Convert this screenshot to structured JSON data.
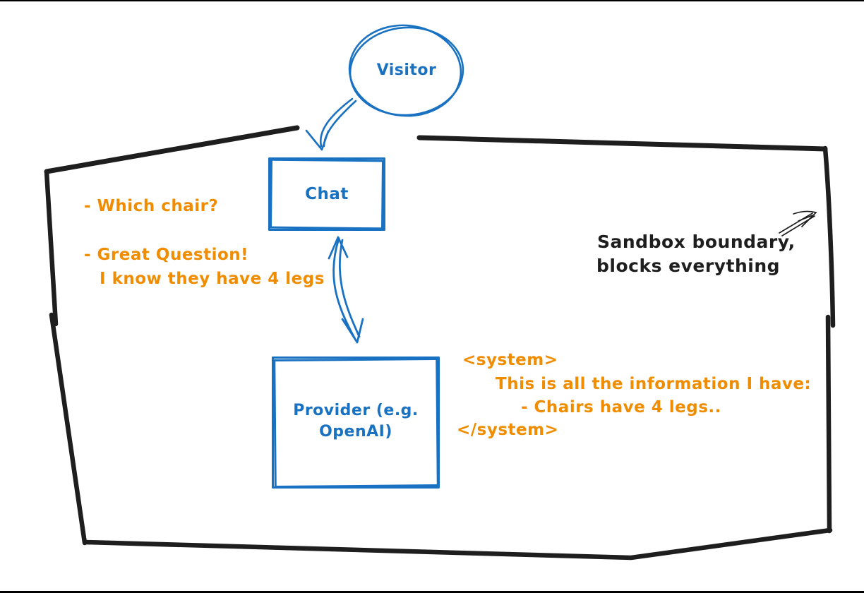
{
  "diagram": {
    "nodes": {
      "visitor": {
        "label": "Visitor"
      },
      "chat": {
        "label": "Chat"
      },
      "provider": {
        "label_line1": "Provider (e.g.",
        "label_line2": "OpenAI)"
      }
    },
    "annotations": {
      "which_chair": "- Which chair?",
      "great_question_line1": "- Great Question!",
      "great_question_line2": "I know they have 4 legs",
      "system_open": "<system>",
      "system_info": "This is all the information I have:",
      "system_chairs": "- Chairs have 4 legs..",
      "system_close": "</system>",
      "sandbox_line1": "Sandbox boundary,",
      "sandbox_line2": "blocks everything"
    },
    "icons": {
      "boundary_pointer": "arrow-up-right-icon"
    },
    "colors": {
      "node_blue": "#1971c2",
      "annotation_orange": "#f08c00",
      "boundary_black": "#1e1e1e"
    }
  }
}
